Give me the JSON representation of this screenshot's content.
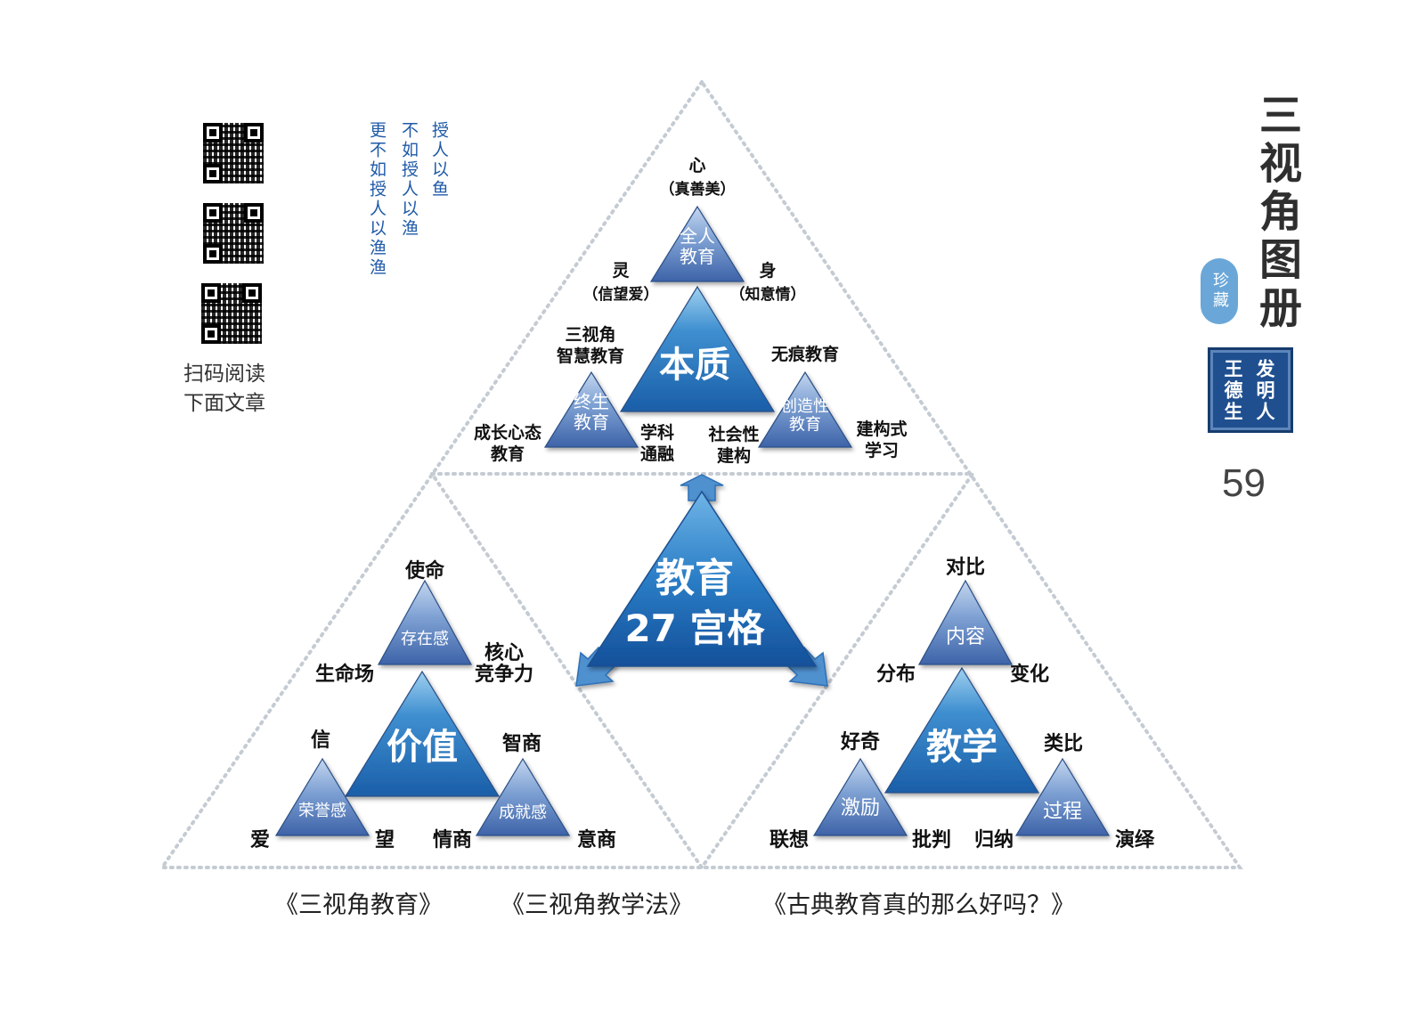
{
  "qr": [
    {
      "name": "qr-code-1"
    },
    {
      "name": "qr-code-2"
    },
    {
      "name": "qr-code-3"
    }
  ],
  "scan_text": [
    "扫码阅读",
    "下面文章"
  ],
  "proverb": [
    "授人以鱼",
    "不如授人以渔",
    "更不如授人以渔渔"
  ],
  "books": [
    "《三视角教育》",
    "《三视角教学法》",
    "《古典教育真的那么好吗？》"
  ],
  "brand": {
    "title": "三视角图册",
    "badge": "珍藏",
    "seal_cols": [
      "发明人",
      "王德生"
    ],
    "page_number": "59"
  },
  "center": {
    "line1": "教育",
    "line2": "27 宫格"
  },
  "colors": {
    "dark_blue": "#1f5aa8",
    "light_blue": "#8fb3dd",
    "dotted_border": "#c4cbd3"
  },
  "groups": {
    "top": {
      "main": "本质",
      "apex": {
        "label": [
          "全人",
          "教育"
        ],
        "corners": [
          [
            "心",
            "（真善美）"
          ],
          [
            "灵",
            "（信望爱）"
          ],
          [
            "身",
            "（知意情）"
          ]
        ]
      },
      "left": {
        "label": [
          "终生",
          "教育"
        ],
        "corners": [
          [
            "三视角",
            "智慧教育"
          ],
          [
            "成长心态",
            "教育"
          ],
          [
            "学科",
            "通融"
          ]
        ]
      },
      "right": {
        "label": [
          "创造性",
          "教育"
        ],
        "corners": [
          [
            "无痕教育"
          ],
          [
            "社会性",
            "建构"
          ],
          [
            "建构式",
            "学习"
          ]
        ]
      }
    },
    "left": {
      "main": "价值",
      "apex": {
        "label": [
          "存在感"
        ],
        "corners": [
          [
            "使命"
          ],
          [
            "生命场"
          ],
          [
            "核心",
            "竞争力"
          ]
        ]
      },
      "left": {
        "label": [
          "荣誉感"
        ],
        "corners": [
          [
            "信"
          ],
          [
            "爱"
          ],
          [
            "望"
          ]
        ]
      },
      "right": {
        "label": [
          "成就感"
        ],
        "corners": [
          [
            "智商"
          ],
          [
            "情商"
          ],
          [
            "意商"
          ]
        ]
      }
    },
    "right": {
      "main": "教学",
      "apex": {
        "label": [
          "内容"
        ],
        "corners": [
          [
            "对比"
          ],
          [
            "分布"
          ],
          [
            "变化"
          ]
        ]
      },
      "left": {
        "label": [
          "激励"
        ],
        "corners": [
          [
            "好奇"
          ],
          [
            "联想"
          ],
          [
            "批判"
          ]
        ]
      },
      "right": {
        "label": [
          "过程"
        ],
        "corners": [
          [
            "类比"
          ],
          [
            "归纳"
          ],
          [
            "演绎"
          ]
        ]
      }
    }
  }
}
